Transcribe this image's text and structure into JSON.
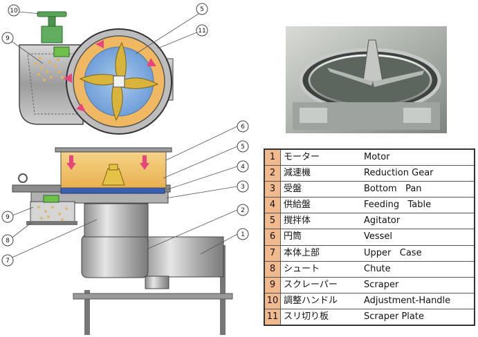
{
  "callouts_top": [
    "10",
    "9",
    "5",
    "11"
  ],
  "callouts_side": [
    "6",
    "5",
    "4",
    "3",
    "2",
    "1",
    "9",
    "8",
    "7"
  ],
  "parts": [
    {
      "no": "1",
      "jp": "モーター",
      "en": "Motor"
    },
    {
      "no": "2",
      "jp": "減速機",
      "en": "Reduction Gear"
    },
    {
      "no": "3",
      "jp": "受盤",
      "en": "Bottom   Pan"
    },
    {
      "no": "4",
      "jp": "供給盤",
      "en": "Feeding   Table"
    },
    {
      "no": "5",
      "jp": "撹拌体",
      "en": "Agitator"
    },
    {
      "no": "6",
      "jp": "円筒",
      "en": "Vessel"
    },
    {
      "no": "7",
      "jp": "本体上部",
      "en": "Upper   Case"
    },
    {
      "no": "8",
      "jp": "シュート",
      "en": "Chute"
    },
    {
      "no": "9",
      "jp": "スクレーパー",
      "en": "Scraper"
    },
    {
      "no": "10",
      "jp": "調整ハンドル",
      "en": "Adjustment-Handle"
    },
    {
      "no": "11",
      "jp": "スリ切り板",
      "en": "Scraper Plate"
    }
  ]
}
